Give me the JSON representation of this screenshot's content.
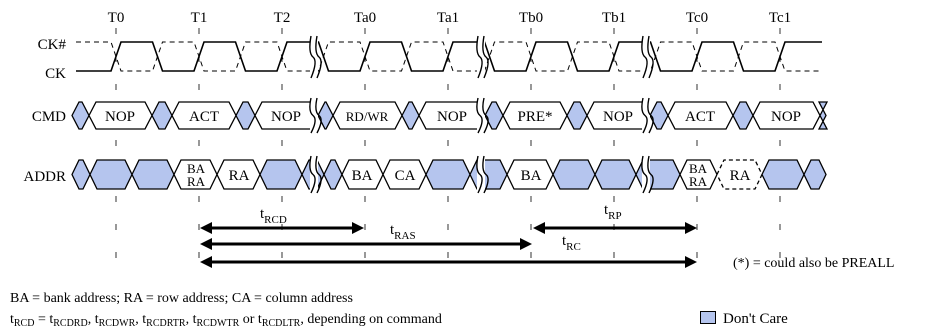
{
  "clock_labels": [
    "T0",
    "T1",
    "T2",
    "Ta0",
    "Ta1",
    "Tb0",
    "Tb1",
    "Tc0",
    "Tc1"
  ],
  "signals": {
    "ck_n": "CK#",
    "ck": "CK",
    "cmd": "CMD",
    "addr": "ADDR"
  },
  "cmd_cells": [
    "NOP",
    "ACT",
    "NOP",
    "RD/WR",
    "NOP",
    "PRE*",
    "NOP",
    "ACT",
    "NOP"
  ],
  "addr_cells": [
    {
      "top": "BA",
      "bottom": "RA"
    },
    {
      "label": "RA"
    },
    {
      "label": "BA"
    },
    {
      "label": "CA"
    },
    {
      "label": "BA"
    },
    {
      "top": "BA",
      "bottom": "RA"
    },
    {
      "label": "RA"
    }
  ],
  "timing": {
    "trcd": {
      "base": "t",
      "sub": "RCD"
    },
    "tras": {
      "base": "t",
      "sub": "RAS"
    },
    "trp": {
      "base": "t",
      "sub": "RP"
    },
    "trc": {
      "base": "t",
      "sub": "RC"
    }
  },
  "footnote": "(*) = could also be PREALL",
  "notes": {
    "line1": "BA = bank address; RA = row address; CA = column address",
    "line2": {
      "lhs": "RCD",
      "items": [
        "RCDRD",
        "RCDWR",
        "RCDRTR",
        "RCDWTR",
        "RCDLTR"
      ],
      "tail": "depending on command"
    }
  },
  "legend": {
    "dont_care": "Don't Care"
  },
  "colors": {
    "dont_care_fill": "#b5c5ee",
    "line": "#000000"
  }
}
